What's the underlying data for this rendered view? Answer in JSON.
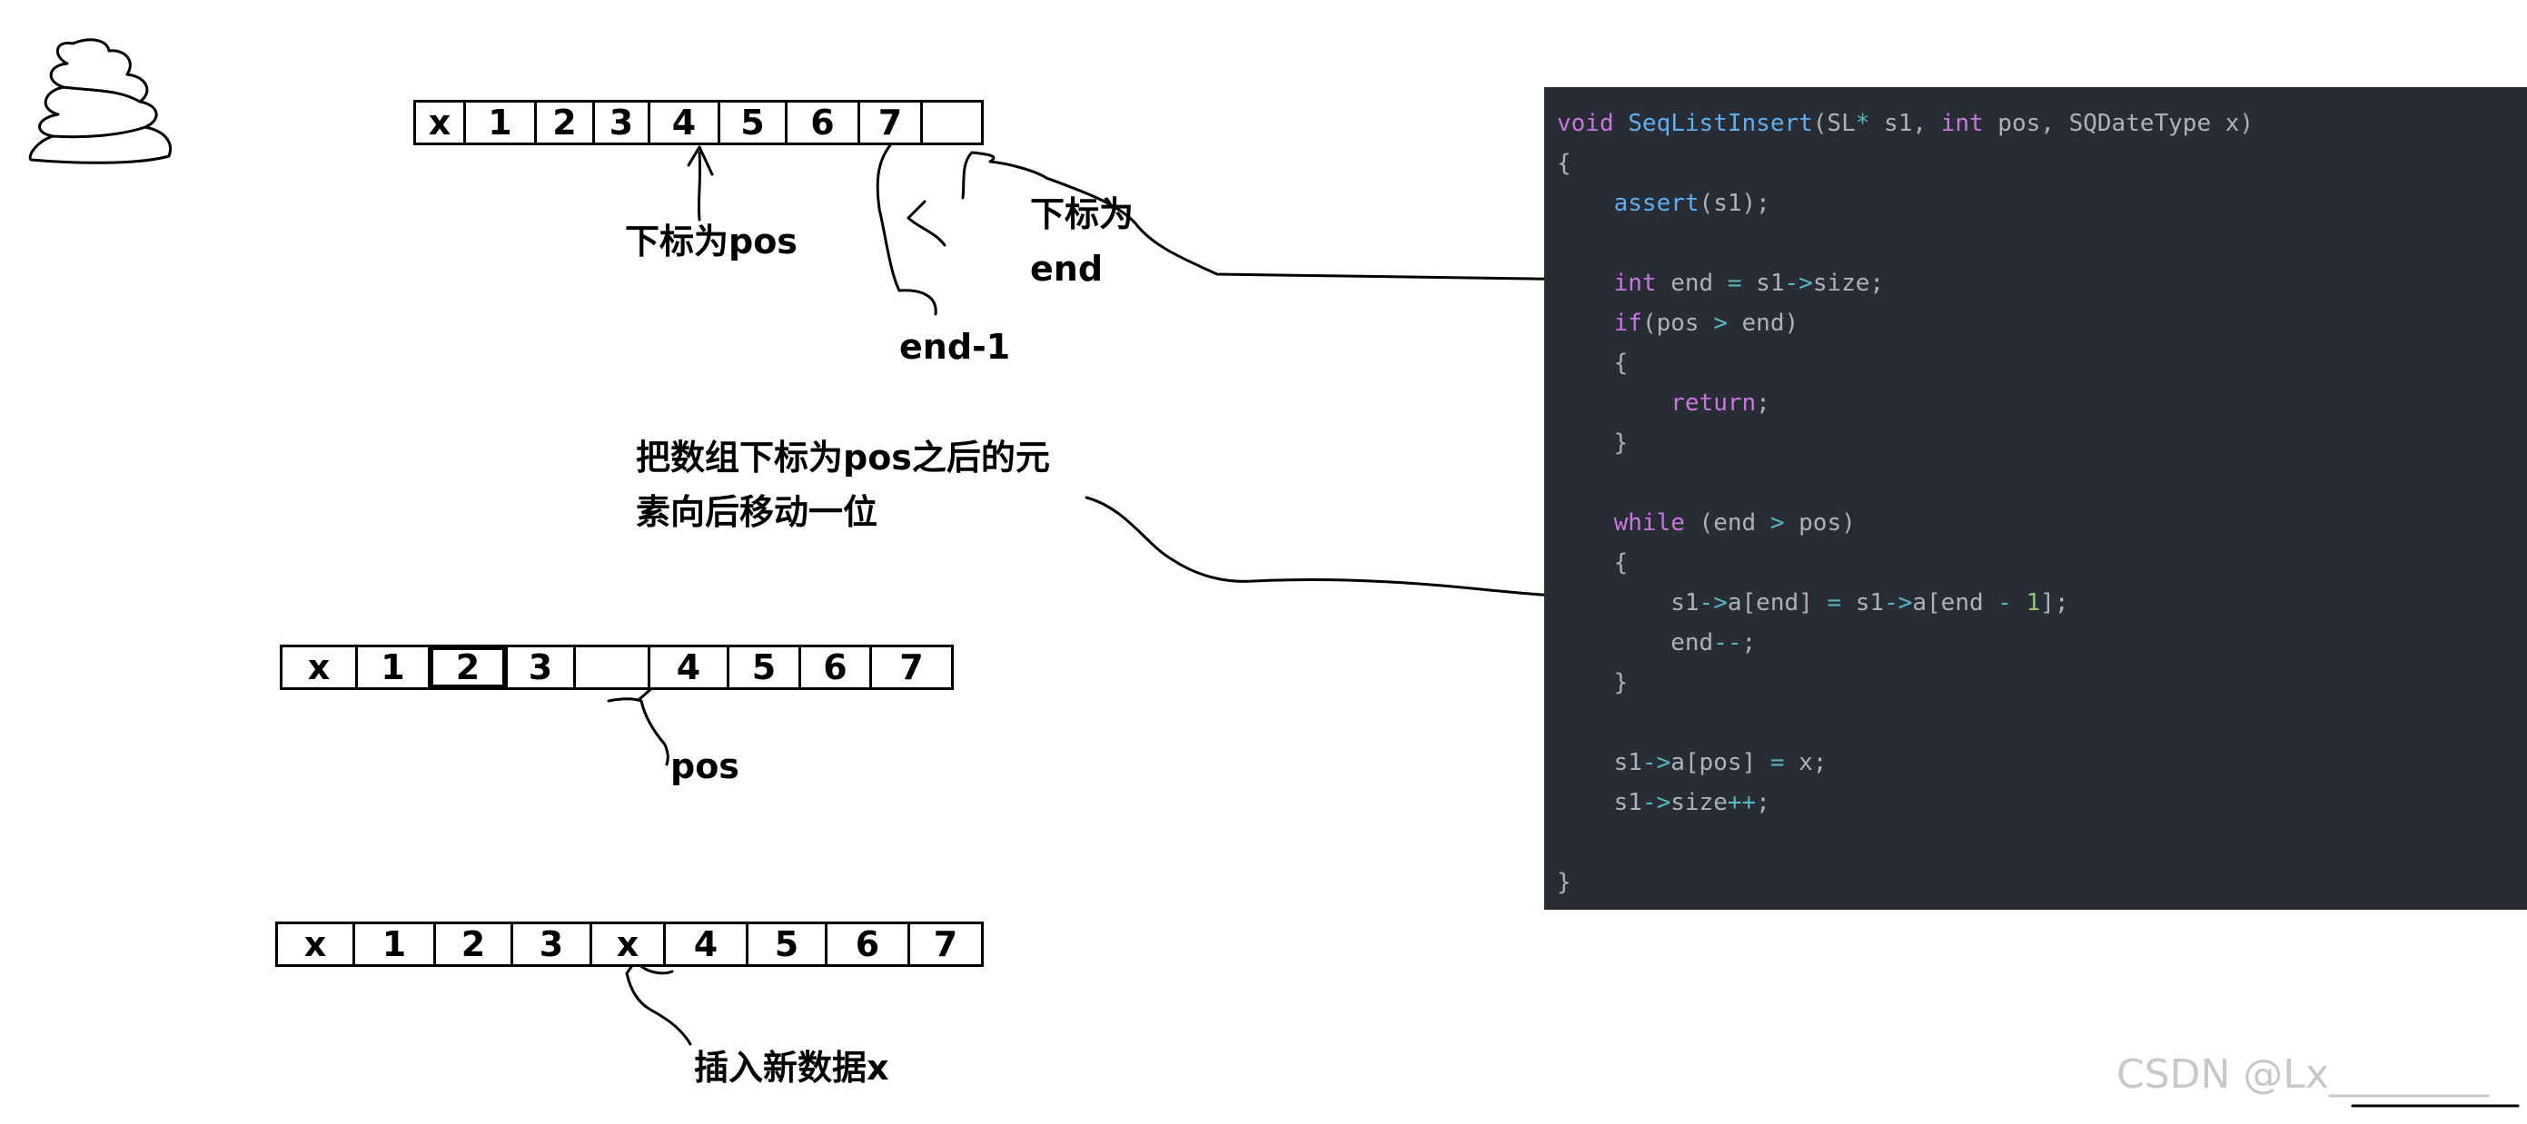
{
  "row1": [
    "x",
    "1",
    "2",
    "3",
    "4",
    "5",
    "6",
    "7",
    ""
  ],
  "row2": [
    "x",
    "1",
    "2",
    "3",
    "",
    "4",
    "5",
    "6",
    "7"
  ],
  "row3": [
    "x",
    "1",
    "2",
    "3",
    "x",
    "4",
    "5",
    "6",
    "7"
  ],
  "labels": {
    "pos_index": "下标为pos",
    "end_line1": "下标为",
    "end_line2": "end",
    "end_minus_one": "end-1",
    "move_line1": "把数组下标为pos之后的元",
    "move_line2": "素向后移动一位",
    "pos": "pos",
    "insert_new": "插入新数据x"
  },
  "code": [
    [
      [
        "kw",
        "void "
      ],
      [
        "fn",
        "SeqListInsert"
      ],
      [
        "pl",
        "(SL"
      ],
      [
        "op",
        "*"
      ],
      [
        "pl",
        " s1, "
      ],
      [
        "kw",
        "int"
      ],
      [
        "pl",
        " pos, SQDateType x)"
      ]
    ],
    [
      [
        "pl",
        "{"
      ]
    ],
    [
      [
        "pl",
        "    "
      ],
      [
        "fn",
        "assert"
      ],
      [
        "pl",
        "(s1);"
      ]
    ],
    [
      [
        "pl",
        ""
      ]
    ],
    [
      [
        "pl",
        "    "
      ],
      [
        "kw",
        "int"
      ],
      [
        "pl",
        " end "
      ],
      [
        "op",
        "="
      ],
      [
        "pl",
        " s1"
      ],
      [
        "op",
        "->"
      ],
      [
        "pl",
        "size;"
      ]
    ],
    [
      [
        "pl",
        "    "
      ],
      [
        "kw",
        "if"
      ],
      [
        "pl",
        "(pos "
      ],
      [
        "op",
        ">"
      ],
      [
        "pl",
        " end)"
      ]
    ],
    [
      [
        "pl",
        "    {"
      ]
    ],
    [
      [
        "pl",
        "        "
      ],
      [
        "kw",
        "return"
      ],
      [
        "pl",
        ";"
      ]
    ],
    [
      [
        "pl",
        "    }"
      ]
    ],
    [
      [
        "pl",
        ""
      ]
    ],
    [
      [
        "pl",
        "    "
      ],
      [
        "kw",
        "while"
      ],
      [
        "pl",
        " (end "
      ],
      [
        "op",
        ">"
      ],
      [
        "pl",
        " pos)"
      ]
    ],
    [
      [
        "pl",
        "    {"
      ]
    ],
    [
      [
        "pl",
        "        s1"
      ],
      [
        "op",
        "->"
      ],
      [
        "pl",
        "a[end] "
      ],
      [
        "op",
        "="
      ],
      [
        "pl",
        " s1"
      ],
      [
        "op",
        "->"
      ],
      [
        "pl",
        "a[end "
      ],
      [
        "op",
        "-"
      ],
      [
        "pl",
        " "
      ],
      [
        "num",
        "1"
      ],
      [
        "pl",
        "];"
      ]
    ],
    [
      [
        "pl",
        "        end"
      ],
      [
        "op",
        "--"
      ],
      [
        "pl",
        ";"
      ]
    ],
    [
      [
        "pl",
        "    }"
      ]
    ],
    [
      [
        "pl",
        ""
      ]
    ],
    [
      [
        "pl",
        "    s1"
      ],
      [
        "op",
        "->"
      ],
      [
        "pl",
        "a[pos] "
      ],
      [
        "op",
        "="
      ],
      [
        "pl",
        " x;"
      ]
    ],
    [
      [
        "pl",
        "    s1"
      ],
      [
        "op",
        "->"
      ],
      [
        "pl",
        "size"
      ],
      [
        "op",
        "++"
      ],
      [
        "pl",
        ";"
      ]
    ],
    [
      [
        "pl",
        ""
      ]
    ],
    [
      [
        "pl",
        "}"
      ]
    ]
  ],
  "watermark": "CSDN @Lx________",
  "colors": {
    "code_bg": "#282c34",
    "keyword": "#c678dd",
    "function": "#61aeee",
    "operator": "#56b6c2",
    "number": "#98c379",
    "plain": "#abb2bf"
  }
}
